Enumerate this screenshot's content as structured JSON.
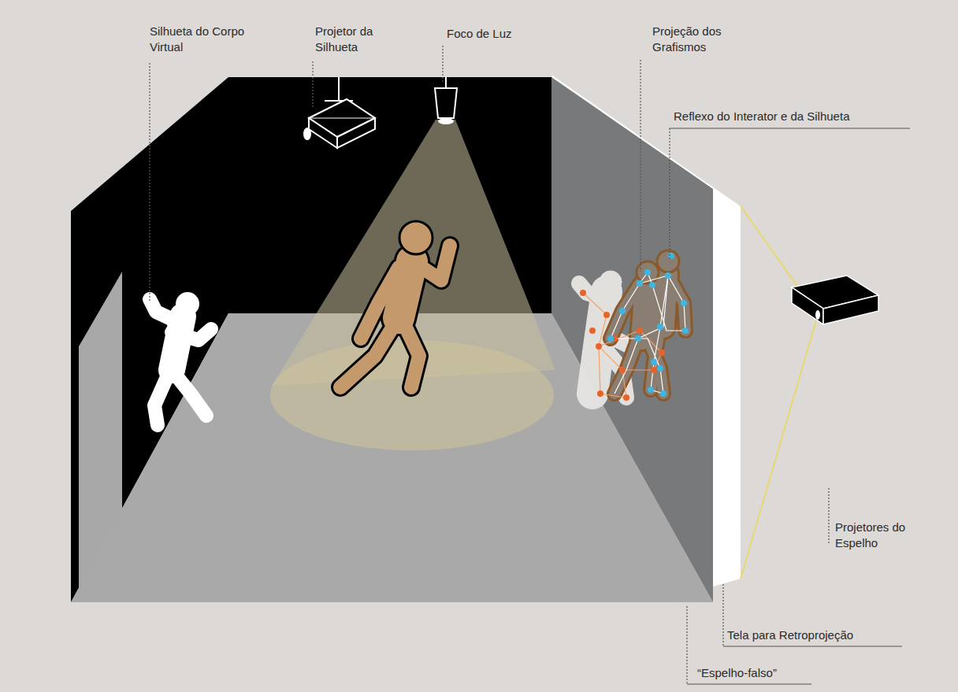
{
  "diagram": {
    "labels": [
      "Silhueta do Corpo Virtual",
      "Projetor da Silhueta",
      "Foco de Luz",
      "Projeção dos Grafismos",
      "Reflexo do Interator e da Silhueta",
      "Projetores do Espelho",
      "Tela para Retroprojeção",
      "“Espelho-falso”"
    ]
  }
}
